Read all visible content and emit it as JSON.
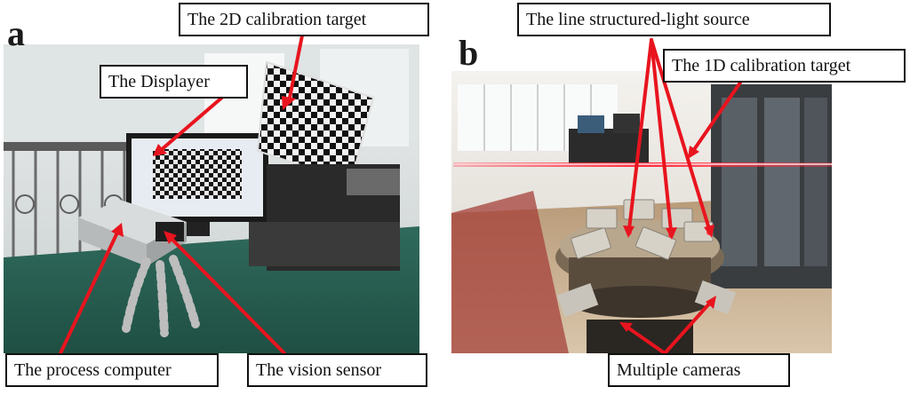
{
  "panels": {
    "a": {
      "letter": "a",
      "labels": {
        "calibration_2d": "The 2D calibration target",
        "displayer": "The Displayer",
        "process_computer": "The process computer",
        "vision_sensor": "The vision sensor"
      }
    },
    "b": {
      "letter": "b",
      "labels": {
        "light_source": "The line structured-light source",
        "calibration_1d": "The 1D calibration target",
        "cameras": "Multiple cameras"
      }
    }
  },
  "colors": {
    "arrow": "#e8141e",
    "label_border": "#111111",
    "laser": "#ff2a3c"
  }
}
